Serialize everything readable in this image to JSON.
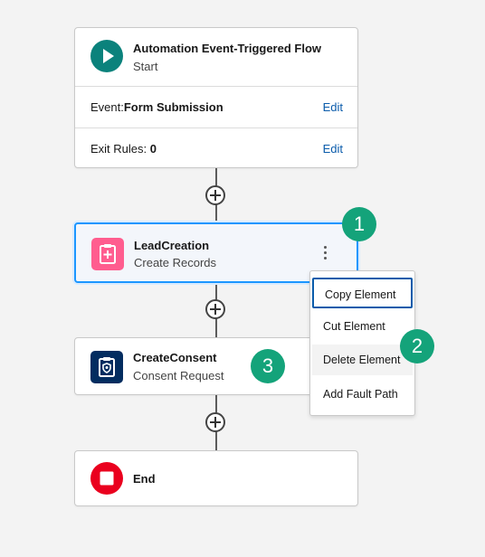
{
  "start_node": {
    "title": "Automation Event-Triggered Flow",
    "subtitle": "Start",
    "event_label": "Event:",
    "event_value": "Form Submission",
    "exit_rules_label": "Exit Rules:",
    "exit_rules_value": "0",
    "edit_label": "Edit"
  },
  "lead_node": {
    "title": "LeadCreation",
    "subtitle": "Create Records",
    "icon": "create-records-icon",
    "color": "#ff5d8f"
  },
  "consent_node": {
    "title": "CreateConsent",
    "subtitle": "Consent Request",
    "icon": "consent-icon",
    "color": "#032d60"
  },
  "end_node": {
    "title": "End",
    "icon": "stop-icon",
    "color": "#ea001e"
  },
  "context_menu": {
    "items": [
      {
        "label": "Copy Element"
      },
      {
        "label": "Cut Element"
      },
      {
        "label": "Delete Element"
      },
      {
        "label": "Add Fault Path"
      }
    ]
  },
  "badges": [
    "1",
    "2",
    "3"
  ],
  "colors": {
    "accent": "#1b96ff",
    "link": "#0b5cab",
    "badge": "#14a37a",
    "start_icon": "#0b827c"
  }
}
